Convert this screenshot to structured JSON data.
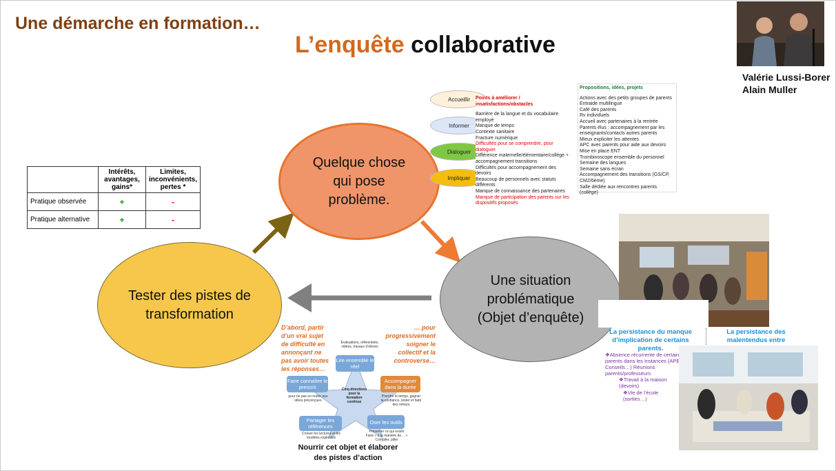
{
  "header": {
    "kicker": "Une démarche en formation…",
    "title_accent": "L’enquête",
    "title_rest": "collaborative"
  },
  "presenters": [
    "Valérie Lussi-Borer",
    "Alain Muller"
  ],
  "cycle": {
    "top": "Quelque chose qui pose problème.",
    "right": "Une situation problématique (Objet d’enquête)",
    "left": "Tester des pistes de transformation"
  },
  "practice_table": {
    "headers": [
      "",
      "Intérêts, avantages, gains*",
      "Limites, inconvénients, pertes *"
    ],
    "rows": [
      {
        "label": "Pratique observée",
        "plus": "+",
        "minus": "-"
      },
      {
        "label": "Pratique alternative",
        "plus": "+",
        "minus": "-"
      }
    ]
  },
  "legend": [
    "Accueillir",
    "Informer",
    "Dialoguer",
    "Impliquer"
  ],
  "legend_colors": [
    "#fdf1dc",
    "#dbe6f7",
    "#7fc843",
    "#f5bd10"
  ],
  "issues": {
    "heading": "Points à améliorer / insatisfactions/obstacles",
    "items": [
      {
        "text": "Barrière de la langue et du vocabulaire employé",
        "red": false
      },
      {
        "text": "Manque de temps",
        "red": false
      },
      {
        "text": "Contexte sanitaire",
        "red": false
      },
      {
        "text": "Fracture numérique",
        "red": false
      },
      {
        "text": "Difficultés pour se comprendre, pour dialoguer",
        "red": true
      },
      {
        "text": "Différence maternelle/élémentaire/collège + accompagnement transitions",
        "red": false
      },
      {
        "text": "Difficultés pour accompagnement des devoirs",
        "red": false
      },
      {
        "text": "Beaucoup de personnels avec statuts différents",
        "red": false
      },
      {
        "text": "Manque de connaissance des partenaires",
        "red": false
      },
      {
        "text": "Manque de participation des parents sur les dispositifs proposés",
        "red": true
      }
    ]
  },
  "proposals": {
    "heading": "Propositions, idées, projets",
    "items": [
      "Actions avec des petits groupes de parents",
      "Entraide multilingue",
      "Café des parents",
      "Rv individuels",
      "Accueil avec partenaires à la rentrée",
      "Parents élus : accompagnement par les enseignants/contacts autres parents",
      "Mieux expliciter les attentes",
      "APC avec parents pour aide aux devoirs",
      "Mise en place ENT",
      "Trombinoscope ensemble du personnel",
      "Semaine des langues",
      "Semaine sans écran",
      "Accompagnement des transitions (GS/CP, CM2/6ème)",
      "Salle dédiée aux rencontres parents (collège)"
    ]
  },
  "star": {
    "left_note": "D’abord, partir d’un vrai sujet de difficulté en annonçant ne pas avoir toutes les réponses…",
    "right_note": "… pour progressivement soigner le collectif et la controverse…",
    "center": "Cinq directions pour la formation continue",
    "points": [
      {
        "label": "Lire ensemble le réel",
        "note": "Évaluations, référentiels, vidéos, travaux d’élèves"
      },
      {
        "label": "Accompagner dans la durée",
        "note": "Prendre le temps, gagner la confiance, tester et faire des retours"
      },
      {
        "label": "Oser les outils",
        "note": "Présenter ce qui existe Faire « à la manière de… » Compiler, piller"
      },
      {
        "label": "Partager les références",
        "note": "Croiser les lectures et les modèles explicatifs"
      },
      {
        "label": "Faire connaître le prescrit",
        "note": "pour ne pas en rester aux idées préconçues"
      }
    ],
    "caption": "Nourrir cet objet et élaborer des pistes d’action"
  },
  "persistence": {
    "left_heading": "La persistance du manque d’implication de certains parents.",
    "right_heading": "La persistance des malentendus entre enseignants et parents.",
    "bullets": [
      "Absence récurrente de certains parents dans les instances (APE, Conseils…) Réunions parents/professeurs",
      "Travail à la maison (devoirs)",
      "Vie de l’école (sorties…)"
    ]
  },
  "colors": {
    "accent": "#d2691e",
    "kicker": "#7f3f12",
    "top": "#f0956a",
    "left": "#f6c74a",
    "right": "#b3b3b3"
  }
}
